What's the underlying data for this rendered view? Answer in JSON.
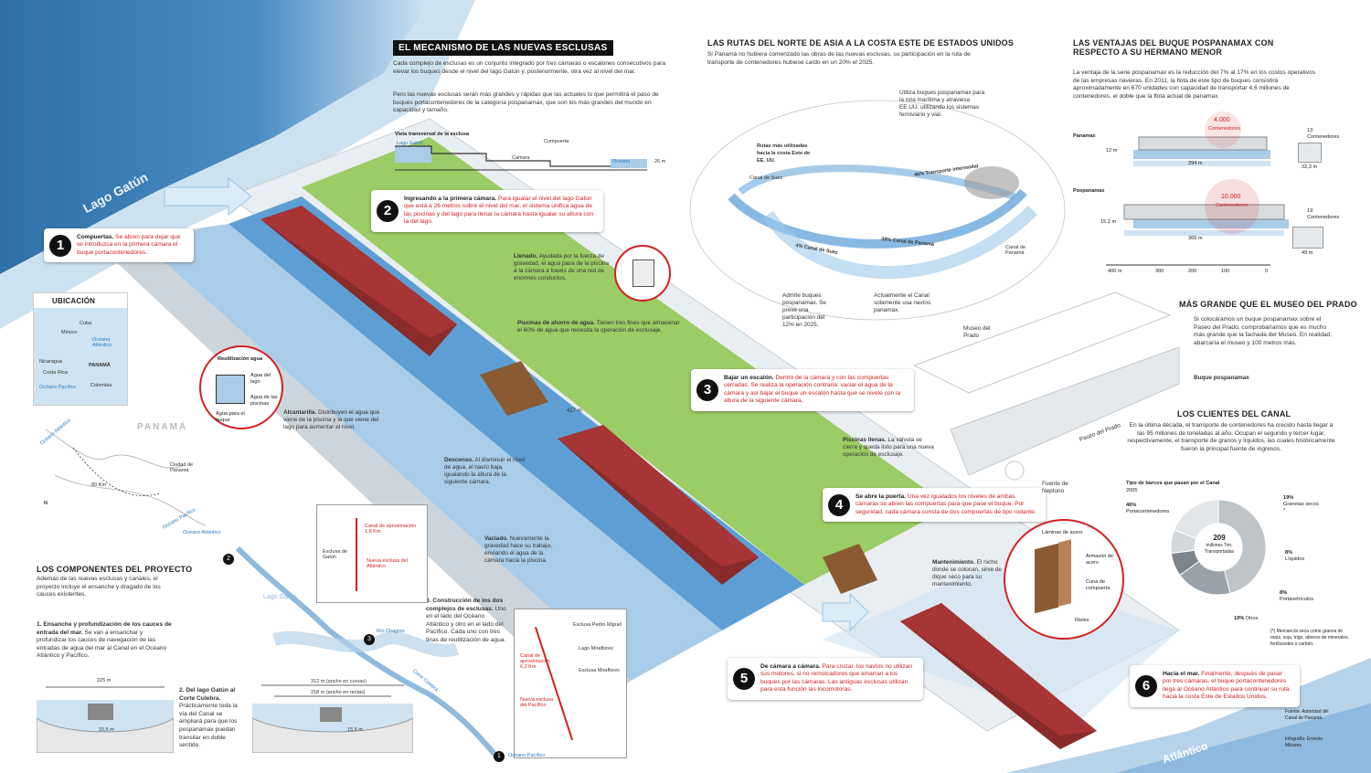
{
  "mechanism": {
    "title": "EL MECANISMO DE LAS NUEVAS ESCLUSAS",
    "p1": "Cada complejo de esclusas es un conjunto integrado por tres cámaras o escalones consecutivos para elevar los buques desde el nivel del lago Gatún y, posteriormente, otra vez al nivel del mar.",
    "p2": "Pero las nuevas esclusas serán más grandes y rápidas que las actuales lo que permitirá el paso de buques portacontenedores de la categoría pospanamax, que son los más grandes del mundo en capacidad y tamaño.",
    "profile_title": "Vista transversal de la esclusa",
    "profile_lago": "Lago Gatún",
    "profile_compuerta": "Compuerta",
    "profile_camara": "Cámara",
    "profile_oceano": "Océano",
    "profile_scale": "26 m"
  },
  "lake_label": "Lago Gatún",
  "atlantic_label": "Atlántico",
  "steps": {
    "s1": {
      "num": "1",
      "title": "Compuertas.",
      "text": "Se abren para dejar que se introduzca en la primera cámara el buque portacontenedores."
    },
    "s2": {
      "num": "2",
      "title": "Ingresando a la primera cámara.",
      "text": "Para igualar el nivel del lago Gatún que está a 26 metros sobre el nivel del mar, el sistema unifica agua de las piscinas y del lago para llenar la cámara hasta igualar su altura con la del lago."
    },
    "s3": {
      "num": "3",
      "title": "Bajar un escalón.",
      "text": "Dentro de la cámara y con las compuertas cerradas. Se realiza la operación contraria: vaciar el agua de la cámara y así bajar el buque un escalón hasta que se nivele con la altura de la siguiente cámara."
    },
    "s4": {
      "num": "4",
      "title": "Se abre la puerta.",
      "text": "Una vez igualados los niveles de ambas cámaras se abren las compuertas para que pase el buque. Por seguridad, cada cámara consta de dos compuertas de tipo rodante."
    },
    "s5": {
      "num": "5",
      "title": "De cámara a cámara.",
      "text": "Para cruzar, los navíos no utilizan sus motores, si no remolcadores que amarran a los buques por las cámaras. Las antiguas esclusas utilizan para esta función las locomotoras."
    },
    "s6": {
      "num": "6",
      "title": "Hacia el mar.",
      "text": "Finalmente, después de pasar por tres cámaras, el buque portacontenedores llega al Océano Atlántico para continuar su ruta hacia la costa Este de Estados Unidos."
    }
  },
  "labels": {
    "llenado_title": "Llenado.",
    "llenado_text": "Ayudada por la fuerza de gravedad, el agua pasa de la piscina a la cámara a través de una red de enormes conductos.",
    "piscinas_title": "Piscinas de ahorro de agua.",
    "piscinas_text": "Tienen tres fines que almacenar el 60% de agua que necesita la operación de esclusaje.",
    "recirc_title": "Reutilización agua",
    "recirc_a": "Agua del lago",
    "recirc_b": "Agua de las piscinas",
    "recirc_c": "Agua para el buque",
    "alcantarilla_title": "Alcantarilla.",
    "alcantarilla_text": "Distribuyen el agua que viene de la piscina y la que viene del lago para aumentar el nivel.",
    "descenso_title": "Descenso.",
    "descenso_text": "Al disminuir el nivel de agua, el navío baja, igualando la altura de la siguiente cámara.",
    "vaciado_title": "Vaciado.",
    "vaciado_text": "Nuevamente la gravedad hace su trabajo, enviando el agua de la cámara hacia la piscina.",
    "piscinas_llenas_title": "Piscinas llenas.",
    "piscinas_llenas_text": "La válvula se cierra y queda listo para una nueva operación de esclusaje.",
    "mantenimiento_title": "Mantenimiento.",
    "mantenimiento_text": "El nicho donde se colocan, sirve de dique seco para su mantenimiento.",
    "gate_lamina": "Láminas de acero",
    "gate_armazon": "Armazón de acero",
    "gate_cuna": "Cuna de compuerta",
    "gate_rieles": "Rieles",
    "dist": "427 m"
  },
  "location": {
    "title": "UBICACIÓN",
    "cuba": "Cuba",
    "mexico": "México",
    "oceano_atlantico": "Océano Atlántico",
    "nicaragua": "Nicaragua",
    "costa_rica": "Costa Rica",
    "panama": "PANAMÁ",
    "colombia": "Colombia",
    "oceano_pacifico": "Océano Pacífico",
    "panama_big": "PANAMÁ",
    "ciudad": "Ciudad de Panamá",
    "oc_atl2": "Océano Atlántico",
    "oc_pac2": "Océano Pacífico",
    "dist": "80 Km",
    "north": "N"
  },
  "components": {
    "title": "LOS COMPONENTES DEL PROYECTO",
    "intro": "Además de las nuevas esclusas y canales, el proyecto incluye el ensanche y dragado de los cauces existentes.",
    "c1_title": "1. Ensanche y profundización de los cauces de entrada del mar.",
    "c1_text": "Se van a ensanchar y profundizar los cauces de navegación de las entradas de agua del mar al Canal en el Océano Atlántico y Pacífico.",
    "c2_title": "2. Del lago Gatún al Corte Culebra.",
    "c2_text": "Prácticamente toda la vía del Canal se ampliará para que los pospanamax puedan transitar en doble sentido.",
    "c3_title": "3. Construcción de los dos complejos de esclusas.",
    "c3_text": "Uno en el lado del Océano Atlántico y otro en el lado del Pacífico. Cada uno con tres tinas de reutilización de agua.",
    "w1": "225 m",
    "d1": "15,5 m",
    "w2": "312 m (ancho en curvas)",
    "w3": "218 m (ancho en rectas)",
    "d2": "15,5 m",
    "inset1_a": "Canal de aproximación 1,8 Km",
    "inset1_b": "Esclusa de Gatún",
    "inset1_c": "Nueva esclusa del Atlántico",
    "inset2_a": "Esclusa Pedro Miguel",
    "inset2_b": "Lago Miraflores",
    "inset2_c": "Esclusa Miraflores",
    "inset2_d": "Canal de aproximación 6,2 Km",
    "inset2_e": "Nueva esclusa del Pacífico",
    "lago": "Lago Gatún",
    "rio1": "Río Chagres",
    "rio2": "Corte Culebra",
    "oc_pac": "Océano Pacífico",
    "oc_atl": "Océano Atlántico",
    "m1": "1",
    "m2": "2",
    "m3": "3"
  },
  "routes": {
    "title": "LAS RUTAS DEL NORTE DE ASIA A LA COSTA ESTE DE ESTADOS UNIDOS",
    "text": "Si Panamá no hubiera comenzado las obras de las nuevas esclusas, su participación en la ruta de transporte de contenedores hubiese caído en un 20% el 2025.",
    "rutas_title": "Rutas más utilizadas hacia la costa Este de EE. UU.",
    "canal_suez": "Canal de Suez",
    "canal_panama": "Canal de Panamá",
    "usa_note": "Utiliza buques pospanamax para la ruta marítima y atraviesa EE.UU. utilizando los sistemas ferroviario y vial.",
    "p46": "46% Transporte intermodal",
    "p4": "4% Canal de Suez",
    "p38": "38% Canal de Panamá",
    "note_suez": "Admite buques pospanamax. Se prevé una participación del 12% en 2025.",
    "note_panama": "Actualmente el Canal solamente usa navíos panamax."
  },
  "advantages": {
    "title": "LAS VENTAJAS DEL BUQUE POSPANAMAX CON RESPECTO A SU HERMANO MENOR",
    "text": "La ventaja de la serie pospanamax es la reducción del 7% al 17% en los costos operativos de las empresas navieras. En 2011, la flota de este tipo de buques consistirá aproximadamente en 670 unidades con capacidad de transportar 4,6 millones de contenedores, el doble que la flota actual de panamax.",
    "panamax": "Panamax",
    "pospanamax": "Pospanamax",
    "cont1": "4.000",
    "cont1_lbl": "Contenedores",
    "cont2": "10.000",
    "cont2_lbl": "Contenedores",
    "len1": "294 m",
    "len2": "366 m",
    "draft1": "12 m",
    "draft2": "15,2 m",
    "beam1": "32,3 m",
    "beam2": "49 m",
    "cont_small1": "13 Contenedores",
    "cont_small2": "19 Contenedores",
    "ax0": "400 m",
    "ax1": "300",
    "ax2": "200",
    "ax3": "100",
    "ax4": "0"
  },
  "prado": {
    "title": "MÁS GRANDE QUE EL MUSEO DEL PRADO",
    "text": "Si colocáramos un buque pospanamax sobre el Paseo del Prado, comprobaríamos que es mucho más grande que la fachada del Museo. En realidad, abarcaría el museo y 100 metros más.",
    "museo": "Museo del Prado",
    "buque": "Buque pospanamax",
    "paseo": "Paseo del Prado",
    "fuente": "Fuente de Neptuno"
  },
  "clients": {
    "title": "LOS CLIENTES DEL CANAL",
    "text": "En la última década, el transporte de contenedores ha crecido hasta llegar a las 95 millones de toneladas al año. Ocupan el segundo y tercer lugar, respectivamente, el transporte de granos y líquidos, las cuales históricamente fueron la principal fuente de ingresos.",
    "chart_title": "Tipo de barcos que pasan por el Canal",
    "chart_year": "2005",
    "center_val": "209",
    "center_lbl": "millones Ton. Transportadas",
    "note": "(*) Mercancía seca como granos de maíz, soja, trigo, abonos de minerales, fertilizantes o carbón."
  },
  "chart_data": {
    "type": "pie",
    "title": "Tipo de barcos que pasan por el Canal",
    "subtitle": "2005",
    "categories": [
      "Portacontenedores",
      "Granelas secos *",
      "Líquidos",
      "Portavehículos",
      "Otros"
    ],
    "values": [
      46,
      19,
      8,
      8,
      19
    ],
    "value_labels": [
      "46%",
      "19%",
      "8%",
      "8%",
      "19%"
    ],
    "colors": [
      "#bfc4c9",
      "#9aa1a8",
      "#7c848c",
      "#d3d7db",
      "#e3e6e9"
    ]
  },
  "credits": {
    "source": "Fuente: Autoridad del Canal de Panamá.",
    "infografia": "Infografía: Ernesto Mihares"
  }
}
